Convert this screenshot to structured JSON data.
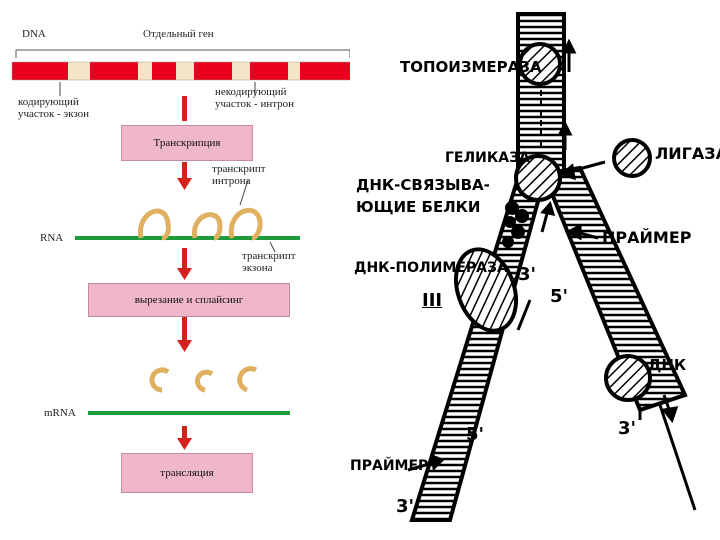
{
  "left": {
    "dna_label": "DNA",
    "gene_label": "Отдельный ген",
    "exon_label": "кодирующий\nучасток - экзон",
    "intron_label": "некодирующий\nучасток - интрон",
    "step1": "Транскрипция",
    "intron_transcript": "транскрипт\nинтрона",
    "rna_label": "RNA",
    "exon_transcript": "транскрипт\nэкзона",
    "step2": "вырезание и сплайсинг",
    "mrna_label": "mRNA",
    "step3": "трансляция",
    "colors": {
      "exon": "#e8001c",
      "intron": "#f6e6c8",
      "rna": "#1f9a3a",
      "box": "#efb6cc",
      "arrow": "#d6201c",
      "loop": "#e0b060"
    }
  },
  "right": {
    "topoisomerase": "ТОПОИЗМЕРАЗА",
    "helicase": "ГЕЛИКАЗА",
    "ligase": "ЛИГАЗА",
    "ssb": "ДНК-СВЯЗЫВА-\nЮЩИЕ БЕЛКИ",
    "primer_top": "ПРАЙМЕР",
    "polymerase": "ДНК-ПОЛИМЕРАЗА",
    "polymerase_num": "III",
    "dnk": "ДНК",
    "primer_bottom": "ПРАЙМЕР",
    "lbl_3a": "3'",
    "lbl_5a": "5'",
    "lbl_3b": "3'",
    "lbl_5b": "5'",
    "lbl_3c": "3'"
  }
}
